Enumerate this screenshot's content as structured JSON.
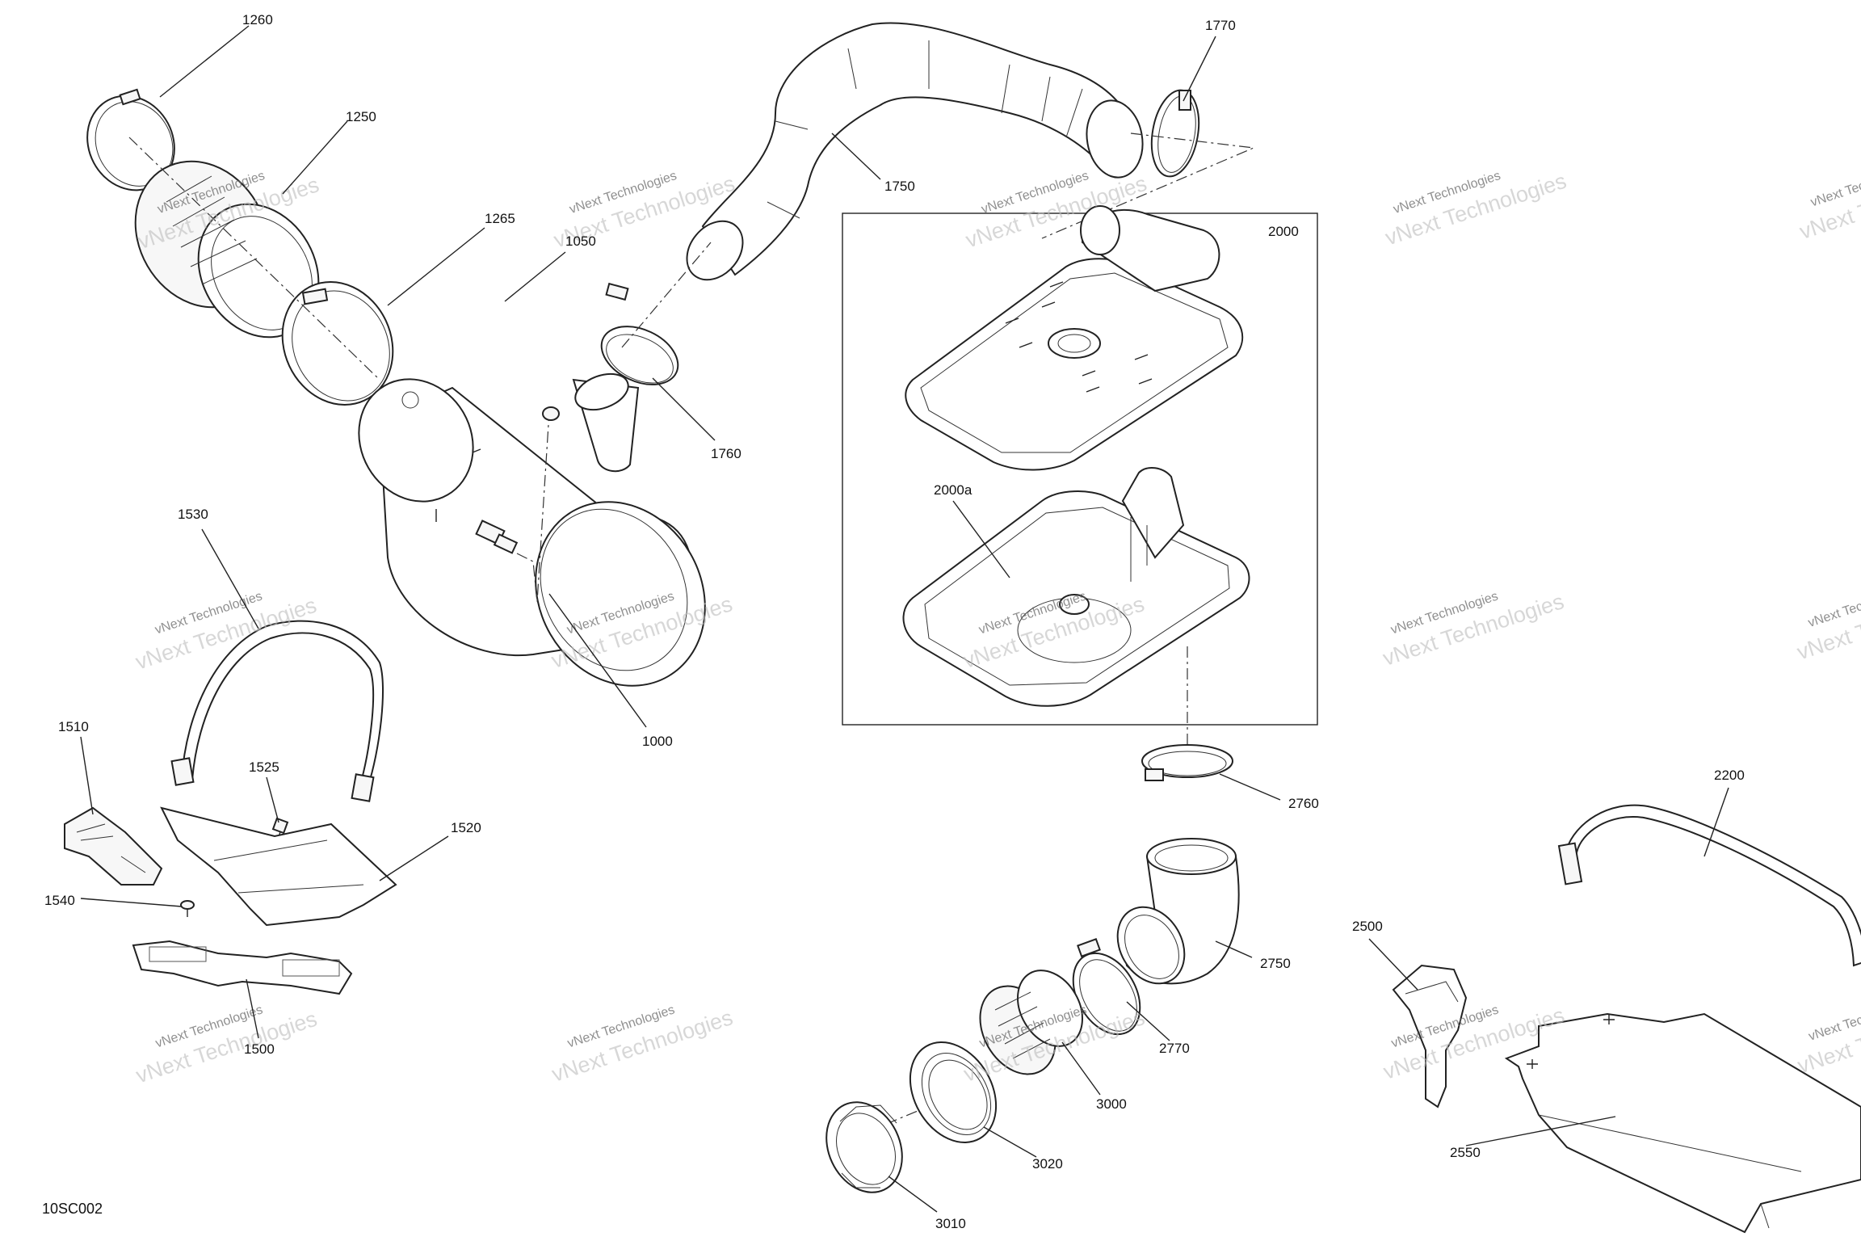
{
  "diagram": {
    "document_code": "10SC002",
    "watermark": {
      "line1": "vNext Technologies",
      "line2": "vNext Technologies"
    },
    "part_labels": [
      "1260",
      "1250",
      "1265",
      "1050",
      "1770",
      "1750",
      "2000",
      "1760",
      "1530",
      "2000a",
      "1000",
      "1510",
      "1525",
      "1520",
      "1540",
      "1500",
      "2760",
      "2200",
      "2750",
      "2500",
      "2770",
      "3000",
      "2550",
      "3020",
      "3010"
    ]
  },
  "colors": {
    "line": "#222222",
    "watermark": "#6a6a6a",
    "background": "#ffffff"
  }
}
